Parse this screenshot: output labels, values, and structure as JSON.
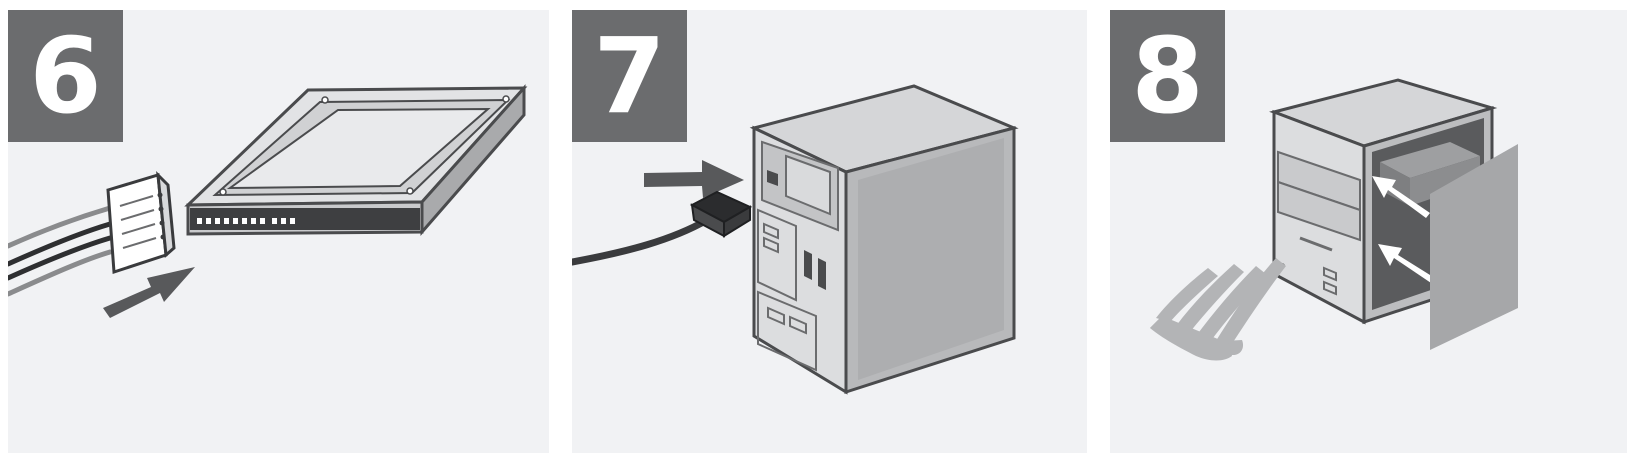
{
  "steps": [
    {
      "number": "6",
      "illustration": "hard-drive-connect"
    },
    {
      "number": "7",
      "illustration": "plug-in-power-cable"
    },
    {
      "number": "8",
      "illustration": "close-side-panel"
    }
  ],
  "colors": {
    "panel_bg": "#f1f2f4",
    "badge_bg": "#6b6c6e",
    "badge_text": "#ffffff",
    "outline": "#4a4b4d",
    "arrow": "#58595b"
  }
}
